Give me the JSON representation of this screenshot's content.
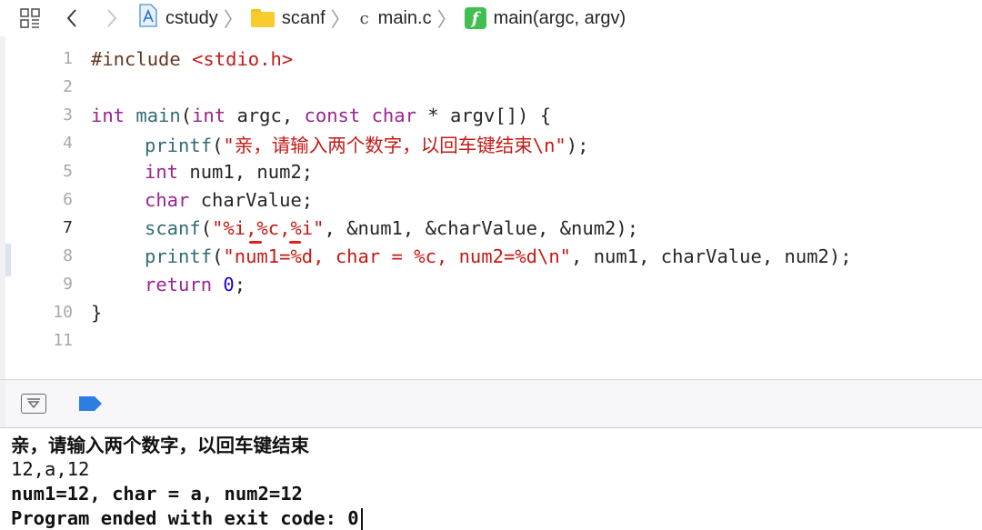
{
  "jumpbar": {
    "project": "cstudy",
    "folder": "scanf",
    "file": "main.c",
    "function": "main(argc, argv)",
    "file_icon_letter": "c",
    "function_icon_letter": "f",
    "separator": "〉"
  },
  "editor": {
    "lines": [
      {
        "num": "1"
      },
      {
        "num": "2"
      },
      {
        "num": "3"
      },
      {
        "num": "4"
      },
      {
        "num": "5"
      },
      {
        "num": "6"
      },
      {
        "num": "7"
      },
      {
        "num": "8"
      },
      {
        "num": "9"
      },
      {
        "num": "10"
      },
      {
        "num": "11"
      }
    ],
    "code": {
      "l1_directive": "#include",
      "l1_header": "<stdio.h>",
      "l3_int": "int",
      "l3_main": "main",
      "l3_p1": "(",
      "l3_int2": "int",
      "l3_argc": " argc, ",
      "l3_const": "const",
      "l3_sp": " ",
      "l3_char": "char",
      "l3_rest": " * argv[]) {",
      "l4_printf": "printf",
      "l4_open": "(",
      "l4_str": "\"亲，请输入两个数字，以回车键结束\\n\"",
      "l4_close": ");",
      "l5_int": "int",
      "l5_rest": " num1, num2;",
      "l6_char": "char",
      "l6_rest": " charValue;",
      "l7_scanf": "scanf",
      "l7_open": "(",
      "l7_str": "\"%i,%c,%i\"",
      "l7_rest": ", &num1, &charValue, &num2);",
      "l8_printf": "printf",
      "l8_open": "(",
      "l8_str": "\"num1=%d, char = %c, num2=%d\\n\"",
      "l8_rest": ", num1, charValue, num2);",
      "l9_return": "return",
      "l9_sp": " ",
      "l9_zero": "0",
      "l9_semi": ";",
      "l10_brace": "}"
    }
  },
  "console": {
    "lines": [
      "亲，请输入两个数字，以回车键结束",
      "12,a,12",
      "num1=12, char = a, num2=12",
      "Program ended with exit code: 0"
    ]
  },
  "colors": {
    "keyword": "#9b2393",
    "string": "#c41a16",
    "function": "#326d74",
    "number": "#1c00cf",
    "annotation": "#e0201a",
    "function_icon": "#3fbf4f",
    "folder_icon": "#f7cc2c",
    "breakpoint_tag": "#2a7fe0"
  }
}
